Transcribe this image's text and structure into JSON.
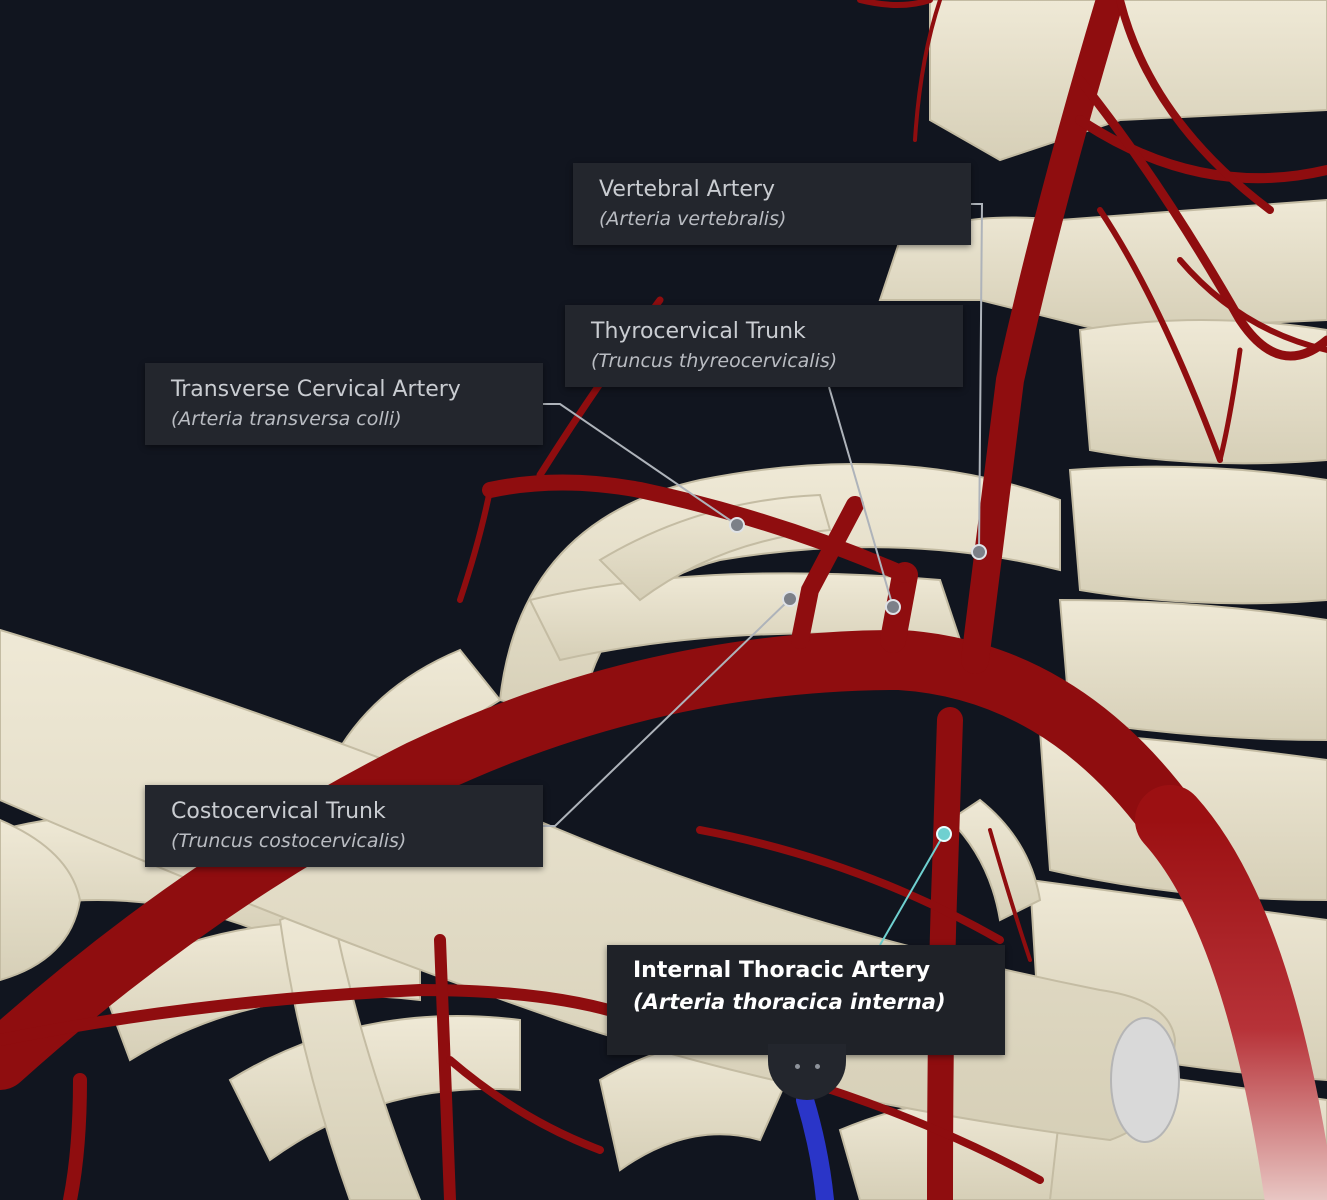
{
  "labels": {
    "vertebral": {
      "name": "Vertebral Artery",
      "latin": "(Arteria vertebralis)"
    },
    "thyrocervical": {
      "name": "Thyrocervical Trunk",
      "latin": "(Truncus thyreocervicalis)"
    },
    "transverse_cervical": {
      "name": "Transverse Cervical Artery",
      "latin": "(Arteria transversa colli)"
    },
    "costocervical": {
      "name": "Costocervical Trunk",
      "latin": "(Truncus costocervicalis)"
    },
    "internal_thoracic": {
      "name": "Internal Thoracic Artery",
      "latin": "(Arteria thoracica interna)",
      "selected": true
    }
  },
  "colors": {
    "background": "#11151f",
    "bone": "#e6e0cc",
    "artery": "#8f0d0f",
    "vein": "#2a35c8",
    "label_bg": "#23262d",
    "pin": "#7c8088",
    "pin_active": "#6fd0d0"
  }
}
